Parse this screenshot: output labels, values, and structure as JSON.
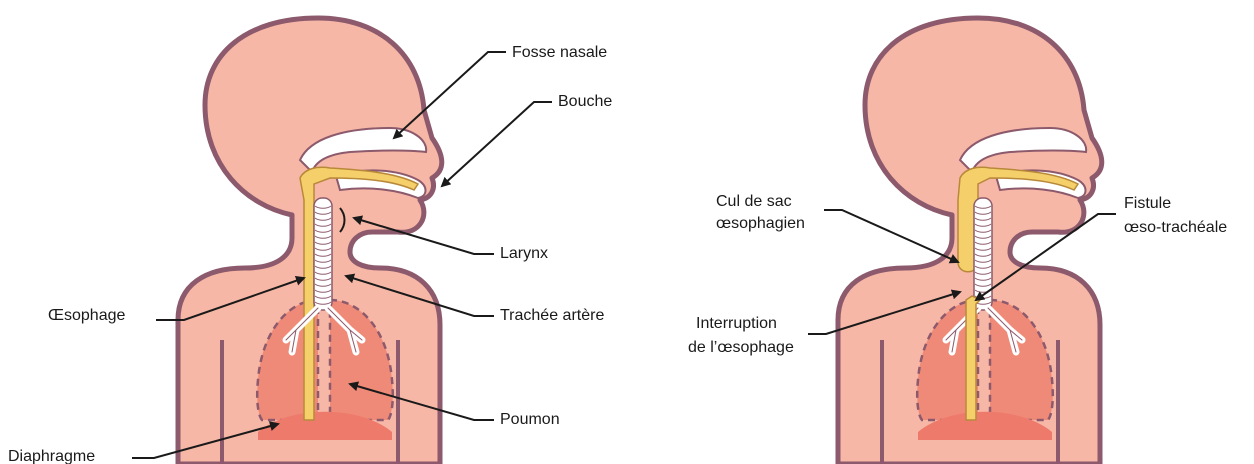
{
  "colors": {
    "skin": "#f7b7a6",
    "outline": "#8c5a6c",
    "lung": "#f08a78",
    "esophagus": "#f4cf6a",
    "airway": "#ffffff",
    "text": "#1a1a1a"
  },
  "normal": {
    "labels": {
      "nasal": "Fosse nasale",
      "mouth": "Bouche",
      "larynx": "Larynx",
      "esophagus": "Œsophage",
      "trachea": "Trachée artère",
      "lung": "Poumon",
      "diaphragm": "Diaphragme"
    }
  },
  "atresia": {
    "labels": {
      "pouch_line1": "Cul de sac",
      "pouch_line2": "œsophagien",
      "fistula_line1": "Fistule",
      "fistula_line2": "œso-trachéale",
      "interruption_line1": "Interruption",
      "interruption_line2": "de l’œsophage"
    }
  }
}
